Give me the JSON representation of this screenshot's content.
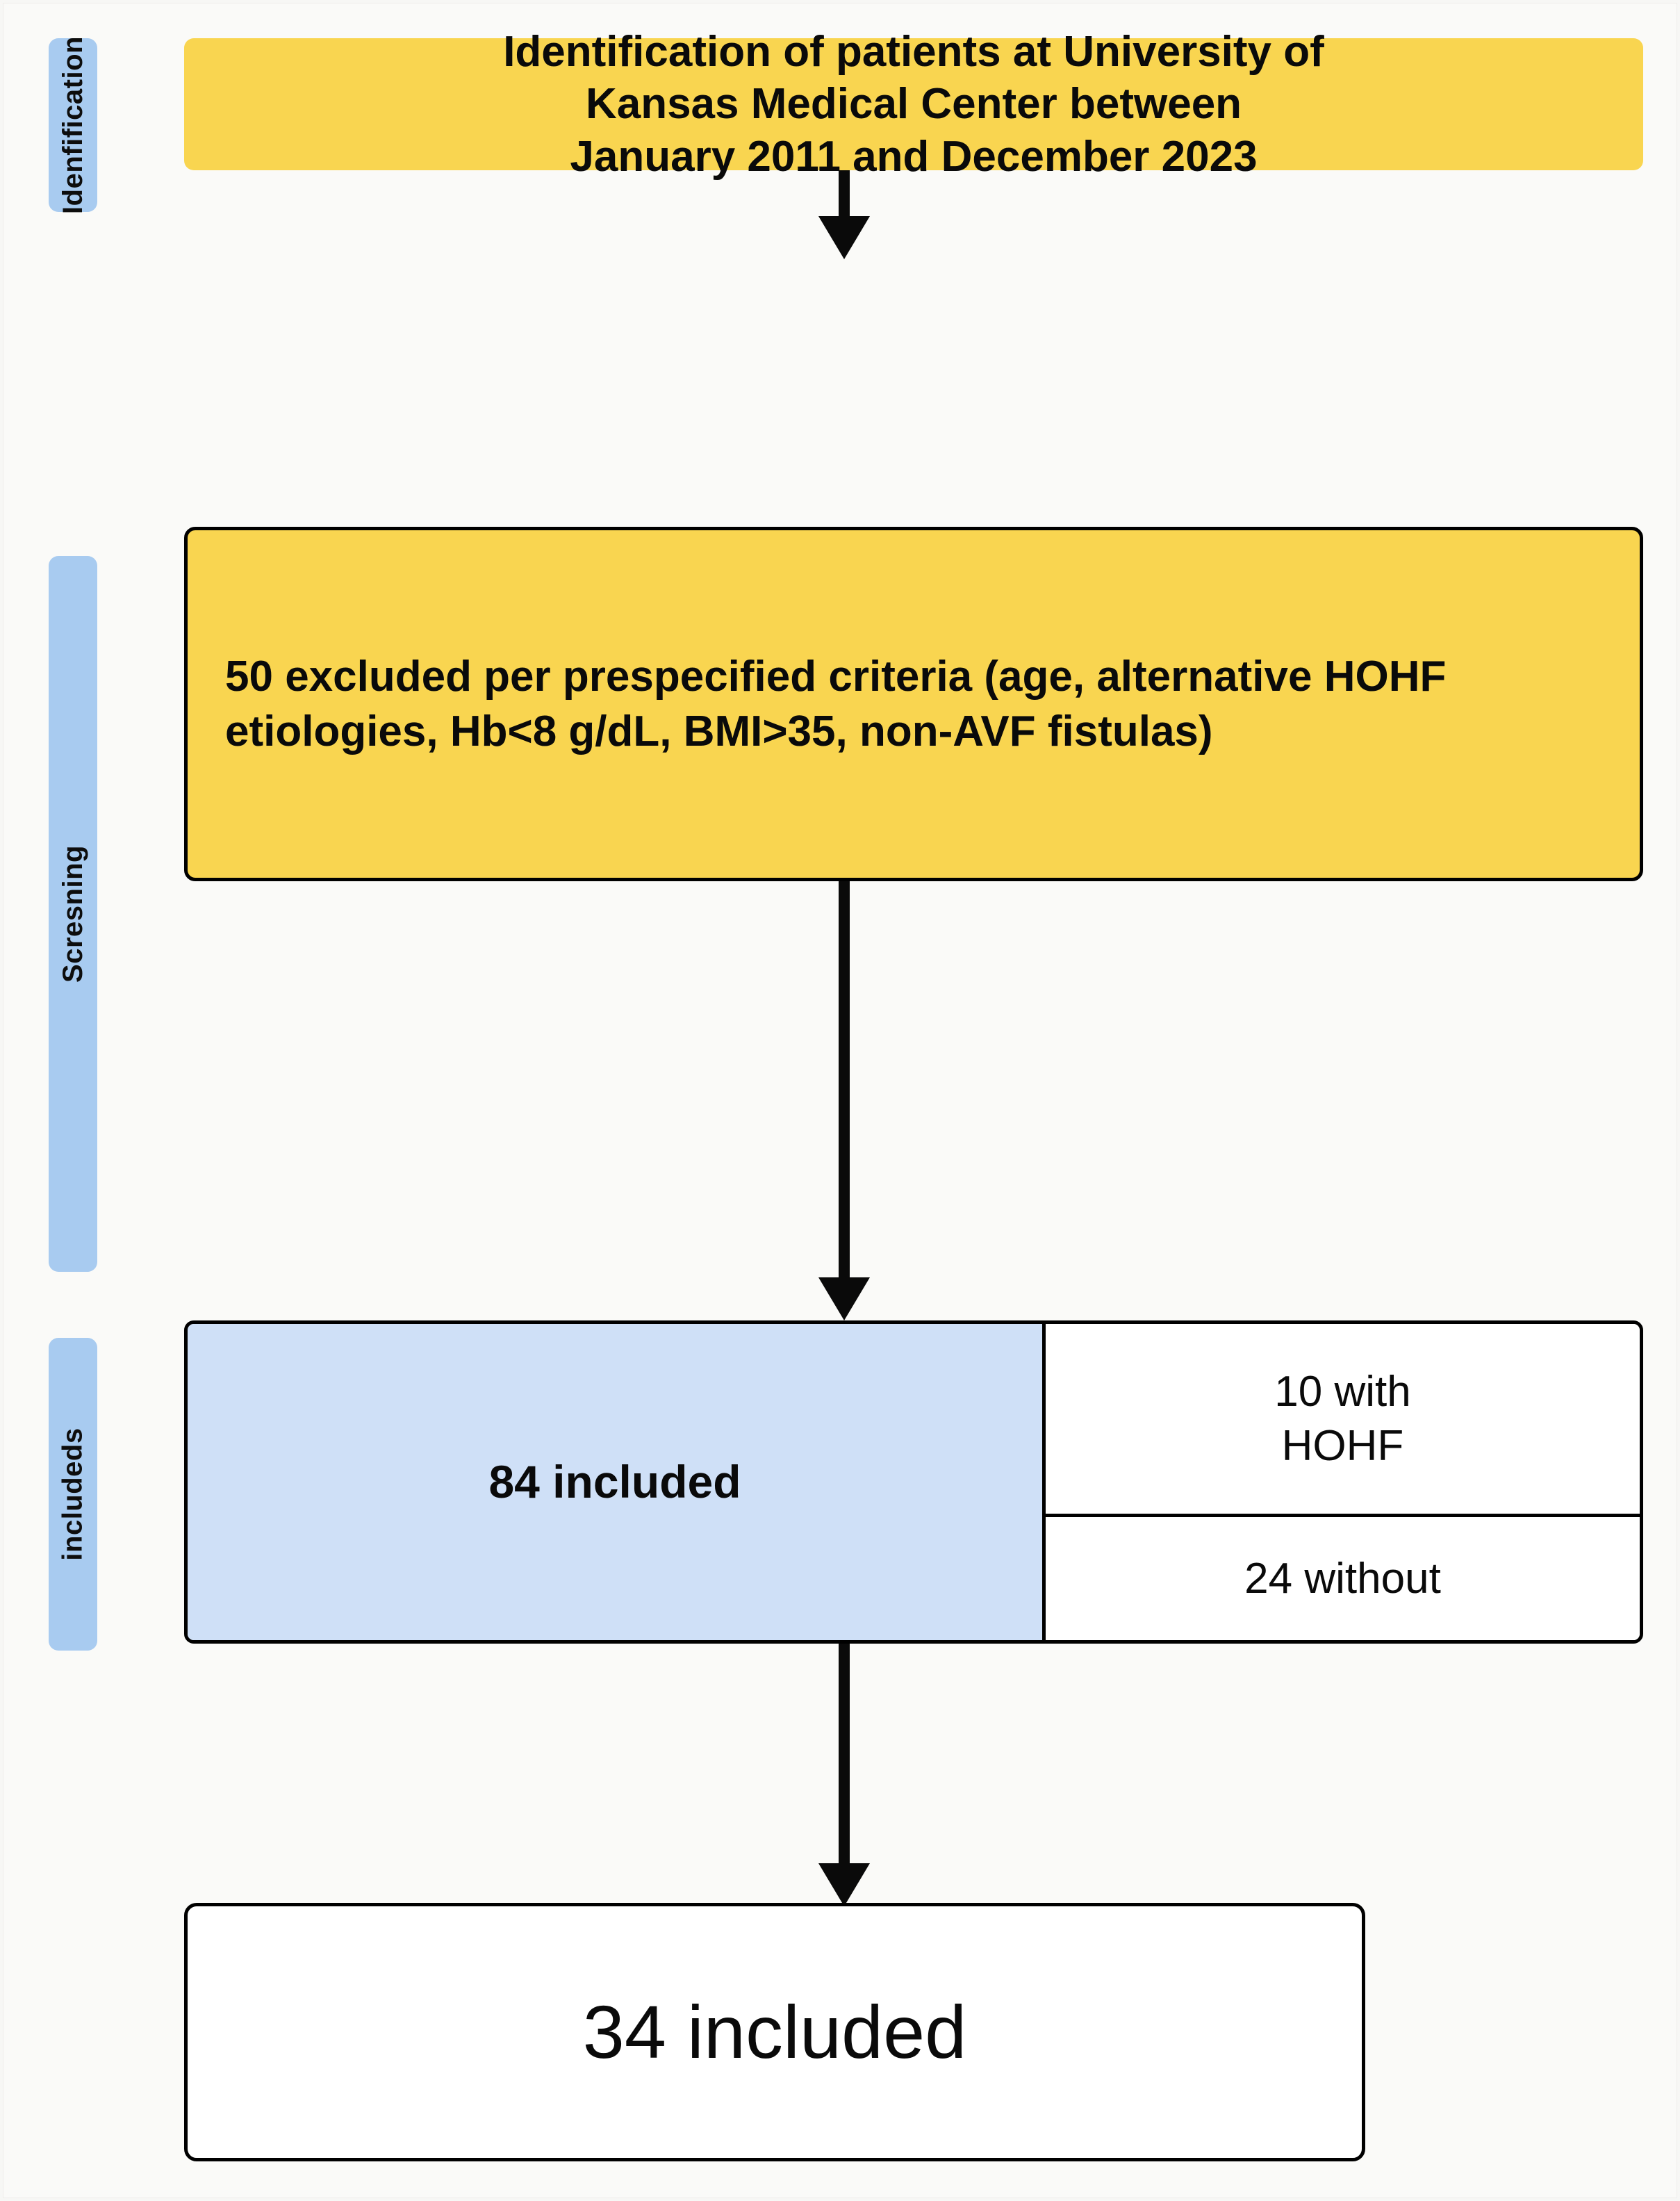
{
  "diagram": {
    "type": "prisma-flow-diagram",
    "colors": {
      "background": "#f7f7f5",
      "stage_tab": "#a8cbf0",
      "yellow_box": "#f9d550",
      "blue_cell": "#cfe0f7",
      "border": "#000000",
      "text": "#0a0a0a"
    },
    "stages": [
      {
        "id": "identification",
        "label": "Idenfification"
      },
      {
        "id": "screening",
        "label": "Scresning"
      },
      {
        "id": "included",
        "label": "includeds"
      }
    ],
    "nodes": {
      "identification": {
        "text": "Identification of patients at University of\nKansas Medical Center between\nJanuary 2011 and December 2023"
      },
      "exclusion": {
        "text": "50 excluded per prespecified criteria (age, alternative HOHF etiologies, Hb<8 g/dL, BMI>35, non-AVF fistulas)",
        "count": 50
      },
      "included_total": {
        "text": "84 included",
        "count": 84
      },
      "with_hohf": {
        "text": "10 with\nHOHF",
        "count": 10
      },
      "without_hohf": {
        "text": "24 without",
        "count": 24
      },
      "final": {
        "text": "34 included",
        "count": 34
      }
    },
    "arrows": [
      {
        "id": "arrow-identification-to-exclusion",
        "direction": "down"
      },
      {
        "id": "arrow-exclusion-to-included",
        "direction": "down"
      },
      {
        "id": "arrow-included-to-final",
        "direction": "down"
      }
    ]
  }
}
